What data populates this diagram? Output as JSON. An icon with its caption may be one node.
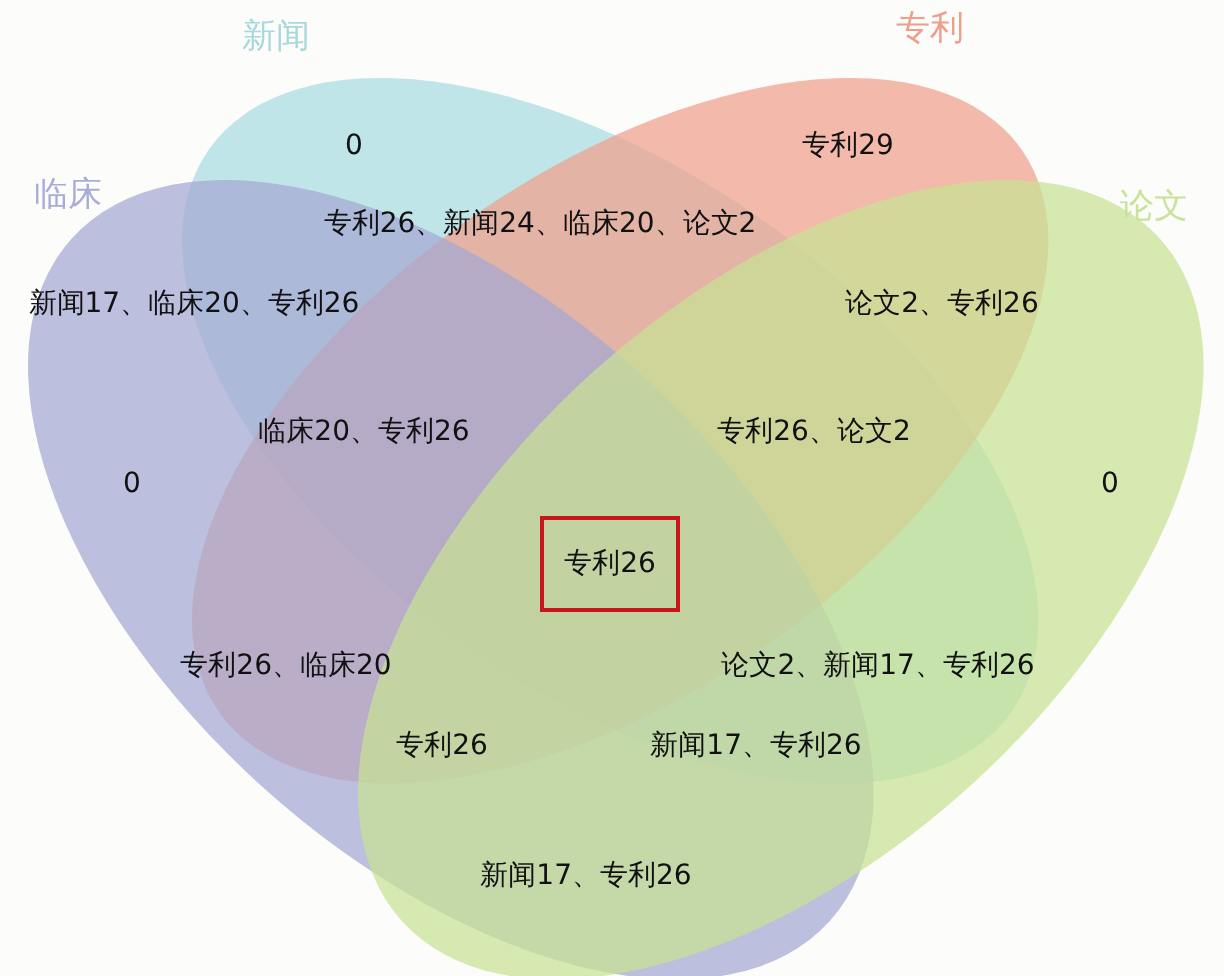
{
  "diagram": {
    "nodes": [
      {
        "text": [
          "新闻"
        ]
      },
      {
        "text": [
          "专利"
        ]
      },
      {
        "text": [
          "临床"
        ]
      },
      {
        "text": [
          "论文"
        ]
      },
      {
        "text": [
          "专利26"
        ]
      }
    ],
    "labels": [
      "0",
      "专利29",
      "专利26、新闻24、临床20、论文2",
      "新闻17、临床20、专利26",
      "论文2、专利26",
      "临床20、专利26",
      "专利26、论文2",
      "0",
      "0",
      "专利26、临床20",
      "论文2、新闻17、专利26",
      "专利26",
      "新闻17、专利26",
      "新闻17、专利26"
    ]
  }
}
